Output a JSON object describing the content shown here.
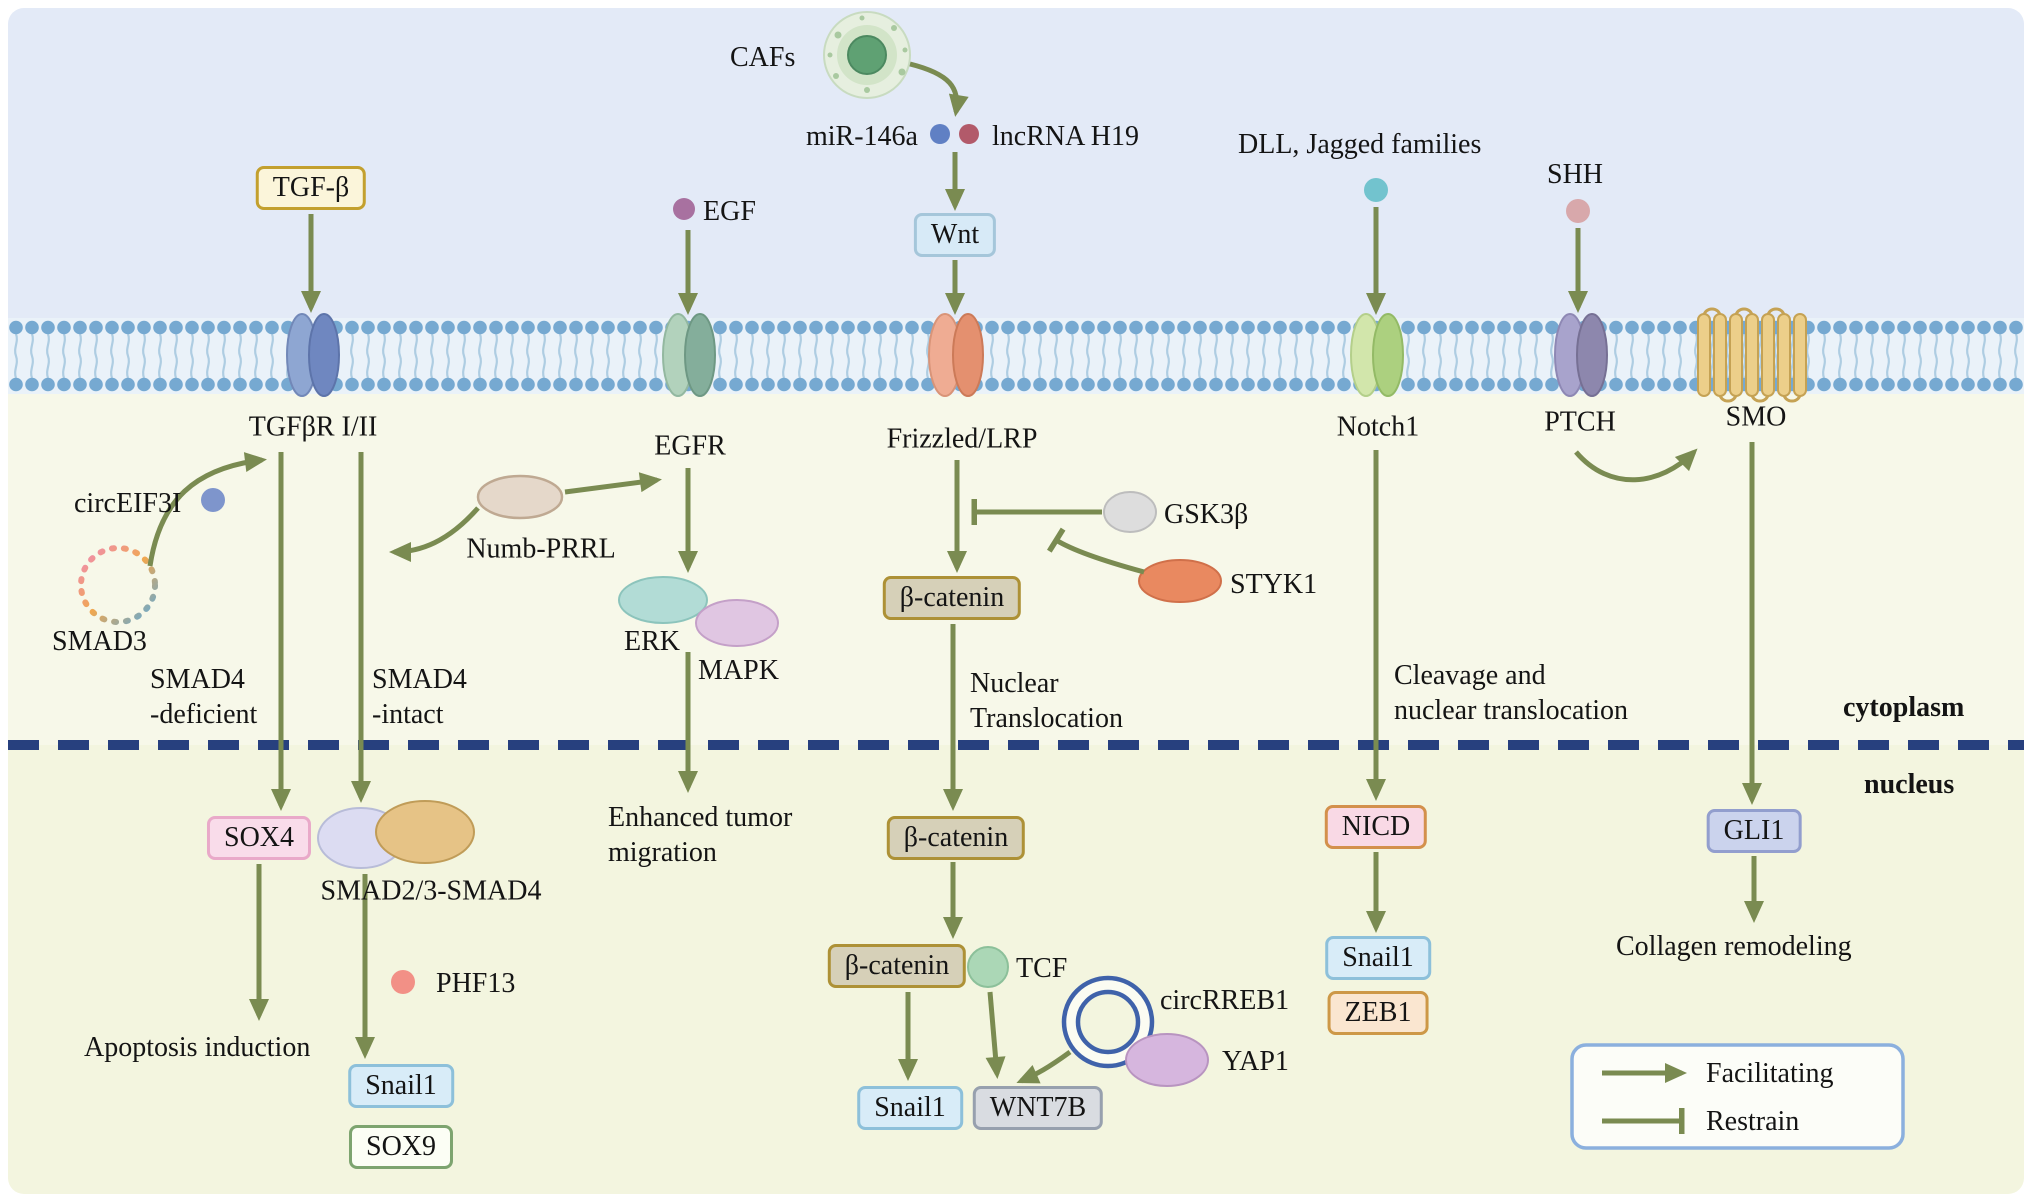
{
  "extracellular": {
    "cafs_label": "CAFs",
    "mir146a_label": "miR-146a",
    "lncrna_label": "lncRNA H19",
    "tgfb_box": "TGF-β",
    "egf_label": "EGF",
    "wnt_box": "Wnt",
    "dll_label": "DLL, Jagged families",
    "shh_label": "SHH"
  },
  "membrane": {
    "tgfbr_label": "TGFβR I/II",
    "egfr_label": "EGFR",
    "frizzled_label": "Frizzled/LRP",
    "notch1_label": "Notch1",
    "ptch_label": "PTCH",
    "smo_label": "SMO"
  },
  "cytoplasm": {
    "compartment_label": "cytoplasm",
    "circeif3i_label": "circEIF3I",
    "smad3_label": "SMAD3",
    "smad4_deficient": "SMAD4\n-deficient",
    "smad4_intact": "SMAD4\n-intact",
    "numb_prrl_label": "Numb-PRRL",
    "erk_label": "ERK",
    "mapk_label": "MAPK",
    "gsk3b_label": "GSK3β",
    "styk1_label": "STYK1",
    "beta_catenin_box": "β-catenin",
    "nuclear_translocation": "Nuclear\nTranslocation",
    "cleavage_text": "Cleavage and\nnuclear translocation"
  },
  "nucleus": {
    "compartment_label": "nucleus",
    "sox4_box": "SOX4",
    "smad234_label": "SMAD2/3-SMAD4",
    "apoptosis_text": "Apoptosis induction",
    "phf13_label": "PHF13",
    "snail1_box_tgf": "Snail1",
    "sox9_box": "SOX9",
    "enhanced_migration": "Enhanced tumor\nmigration",
    "beta_catenin_box": "β-catenin",
    "beta_catenin_tcf_box": "β-catenin",
    "tcf_label": "TCF",
    "snail1_box_wnt": "Snail1",
    "wnt7b_box": "WNT7B",
    "circrreb1_label": "circRREB1",
    "yap1_label": "YAP1",
    "nicd_box": "NICD",
    "snail1_box_notch": "Snail1",
    "zeb1_box": "ZEB1",
    "gli1_box": "GLI1",
    "collagen_text": "Collagen remodeling"
  },
  "legend": {
    "facilitating": "Facilitating",
    "restrain": "Restrain"
  },
  "colors": {
    "arrow": "#7a8b51",
    "extracellular_bg": "#e3eaf7",
    "cytoplasm_bg": "#f7f8e9",
    "nucleus_bg": "#f3f5df",
    "membrane_lipid": "#76a9d1",
    "dashed_divider": "#27407e",
    "beta_catenin_fill": "#d6d0b8",
    "circrna_ring": "#3f62aa"
  }
}
